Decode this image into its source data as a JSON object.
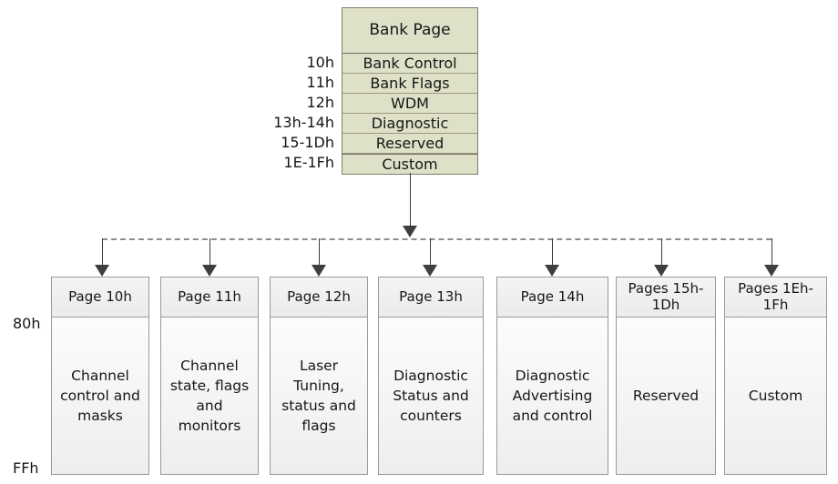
{
  "diagram": {
    "title_block": {
      "header_label": "Bank Page",
      "rows": [
        {
          "address": "10h",
          "label": "Bank Control"
        },
        {
          "address": "11h",
          "label": "Bank Flags"
        },
        {
          "address": "12h",
          "label": "WDM"
        },
        {
          "address": "13h-14h",
          "label": "Diagnostic"
        },
        {
          "address": "15-1Dh",
          "label": "Reserved"
        },
        {
          "address": "1E-1Fh",
          "label": "Custom"
        }
      ]
    },
    "offsets": {
      "top": "80h",
      "bottom": "FFh"
    },
    "pages": [
      {
        "header": "Page 10h",
        "body": "Channel control and masks"
      },
      {
        "header": "Page 11h",
        "body": "Channel state, flags and monitors"
      },
      {
        "header": "Page 12h",
        "body": "Laser Tuning, status and flags"
      },
      {
        "header": "Page 13h",
        "body": "Diagnostic Status and counters"
      },
      {
        "header": "Page 14h",
        "body": "Diagnostic Advertising and control"
      },
      {
        "header": "Pages 15h-1Dh",
        "body": "Reserved"
      },
      {
        "header": "Pages 1Eh-1Fh",
        "body": "Custom"
      }
    ],
    "colors": {
      "bank_fill": "#dfe0c8",
      "bank_border": "#7d7d6a",
      "page_fill": "#f4f4f4",
      "page_border": "#9a9a9a",
      "connector": "#3f3f3f",
      "bus_dashed": "#8d8d8d"
    }
  }
}
